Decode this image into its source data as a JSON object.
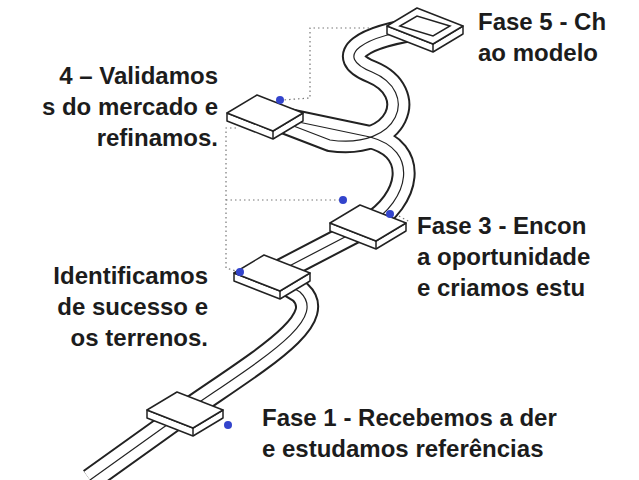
{
  "diagram": {
    "labels": [
      "Fase 5 - Ch ao modelo",
      "4 – Validamos s do mercado e refinamos.",
      "Fase 3 - Encon a oportunidade e criamos estu",
      "Identificamos de sucesso e os terrenos.",
      "Fase 1 - Recebemos a der e estudamos referências"
    ]
  }
}
